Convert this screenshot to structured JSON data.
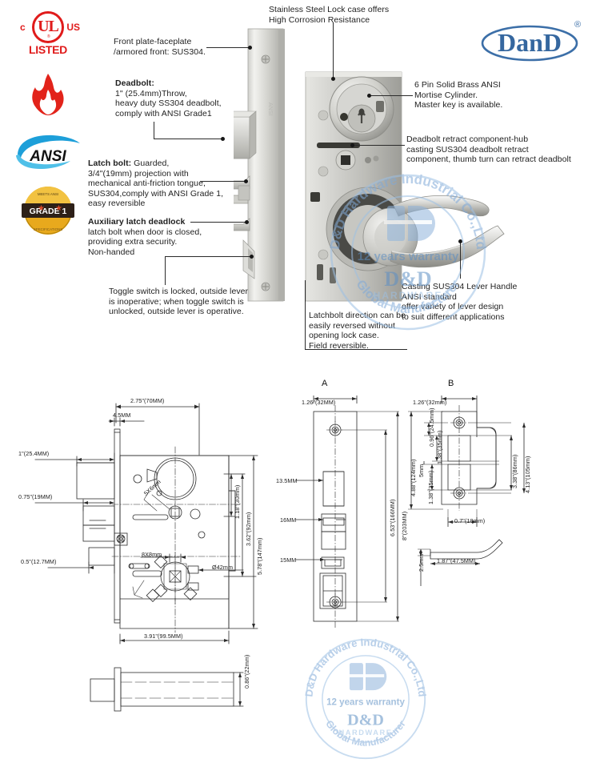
{
  "brand": {
    "name": "DanD",
    "registered_mark": "®",
    "color": "#3c6fa8"
  },
  "badges": [
    {
      "name": "ul-listed-badge",
      "letters": "UL",
      "left_letter": "c",
      "right_letter": "US",
      "caption": "LISTED",
      "color": "#e01b1b"
    },
    {
      "name": "fire-rated-badge",
      "caption": "",
      "color": "#e2231a"
    },
    {
      "name": "ansi-badge",
      "caption": "ANSI",
      "color": "#1d9fd9"
    },
    {
      "name": "ansi-grade1-badge",
      "caption": "GRADE 1",
      "top_arc": "MEETS ANSI",
      "bottom_arc": "SPECIFICATIONS",
      "color": "#e8a91d"
    }
  ],
  "annotations": [
    {
      "id": "front-plate",
      "lines": [
        "Front plate-faceplate",
        "/armored front: SUS304."
      ]
    },
    {
      "id": "deadbolt",
      "title": "Deadbolt:",
      "lines": [
        "1\" (25.4mm)Throw,",
        "heavy duty SS304 deadbolt,",
        "comply with ANSI Grade1"
      ]
    },
    {
      "id": "latch-bolt",
      "title": "Latch bolt:",
      "first_line_rest": " Guarded,",
      "lines": [
        "3/4\"(19mm) projection with",
        "mechanical anti-friction tongue,",
        "SUS304,comply with ANSI Grade 1,",
        "easy reversible"
      ]
    },
    {
      "id": "auxiliary-latch-deadlock",
      "title": "Auxiliary latch deadlock",
      "lines": [
        "latch bolt when door is closed,",
        "providing extra security.",
        "Non-handed"
      ]
    },
    {
      "id": "toggle-switch",
      "lines": [
        "Toggle switch is locked, outside lever",
        "is inoperative; when toggle switch is",
        "unlocked, outside lever is operative."
      ]
    },
    {
      "id": "lock-case",
      "lines": [
        "Stainless Steel Lock case offers",
        "High Corrosion Resistance"
      ]
    },
    {
      "id": "mortise-cylinder",
      "lines": [
        "6 Pin Solid Brass ANSI",
        "Mortise Cylinder.",
        "Master key is available."
      ]
    },
    {
      "id": "deadbolt-retract",
      "lines": [
        "Deadbolt retract component-hub",
        "casting SUS304 deadbolt retract",
        "component, thumb turn can retract deadbolt"
      ]
    },
    {
      "id": "latchbolt-direction",
      "lines": [
        "Latchbolt direction can be",
        "easily reversed without",
        "opening lock case.",
        "Field reversible."
      ]
    },
    {
      "id": "lever-handle",
      "lines": [
        "Casting SUS304  Lever Handle",
        "ANSI standard",
        "offer variety of lever design",
        "to suit different applications"
      ]
    }
  ],
  "watermark": {
    "top_arc": "D&D Hardware Industrial Co.,Ltd",
    "warranty": "12 years warranty",
    "brand": "D&D",
    "sub": "HARDWARE",
    "bottom_arc": "Global Manufacturer",
    "color": "#8fb4dc"
  },
  "drawings": {
    "main": {
      "name": "mortise-lock-body-drawing",
      "dimensions": {
        "top_overall": "2.75\"(70MM)",
        "faceplate_thickness": "4.5MM",
        "deadbolt_throw": "1\"(25.4MM)",
        "latch_projection": "0.75\"(19MM)",
        "aux_projection": "0.5\"(12.7MM)",
        "spindle_small": "5X6mm",
        "spindle_main": "8X8mm",
        "hub_dia": "Ø42mm",
        "v_cyl_to_hub": "1.18\"(30mm)",
        "v_center": "3.62\"(92mm)",
        "v_overall": "5.78\"(147mm)",
        "bottom_overall": "3.91\"(99.5MM)",
        "case_depth": "0.86\"(22mm)"
      }
    },
    "strike_a": {
      "label": "A",
      "name": "strike-plate-a-drawing",
      "dimensions": {
        "width": "1.26\"(32MM)",
        "slot_1": "13.5MM",
        "slot_2": "16MM",
        "slot_3": "15MM",
        "inner_height": "6.53\"(166MM)",
        "overall_height": "8\"(203MM)"
      }
    },
    "strike_b": {
      "label": "B",
      "name": "strike-plate-b-drawing",
      "dimensions": {
        "width": "1.26\"(32mm)",
        "overall_height": "4.88\"(124mm)",
        "to_first_slot": "0.96\"(24.5mm)",
        "slot_1": "1.38\"(35mm)",
        "gap": "5mm",
        "slot_2": "1.38\"(35mm)",
        "lip_height": "3.38\"(86mm)",
        "hole_span": "4.13\"(105mm)",
        "lip_width": "0.7\"(18mm)",
        "lip_length": "1.87\"(47.5MM)",
        "lip_thickness": "2.5mm"
      }
    }
  }
}
